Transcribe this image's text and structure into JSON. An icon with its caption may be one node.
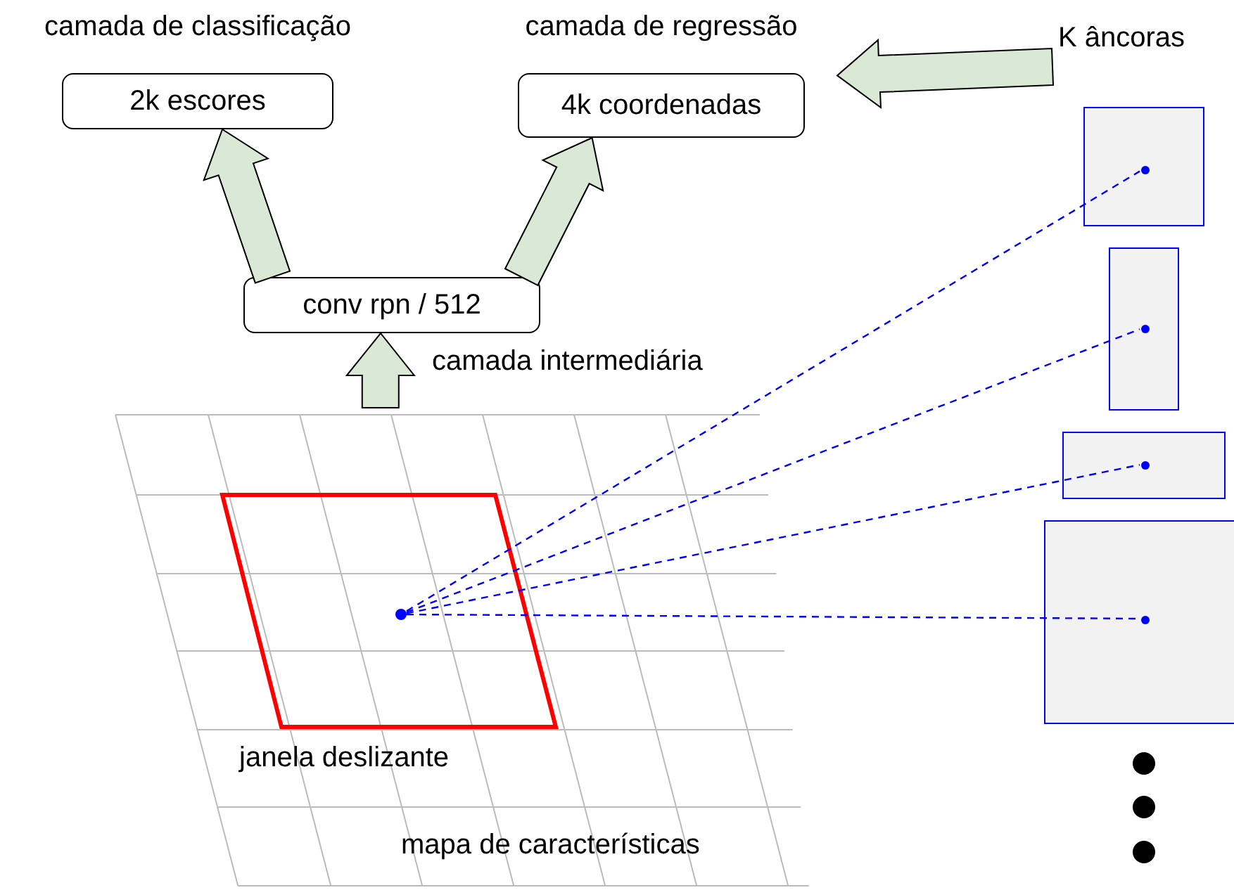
{
  "diagram": {
    "nodes": [
      {
        "text": [
          "camada de classificação",
          "2k escores"
        ]
      },
      {
        "text": [
          "camada de regressão",
          "4k coordenadas"
        ]
      },
      {
        "text": [
          "K âncoras"
        ]
      },
      {
        "text": [
          "conv rpn / 512"
        ],
        "beside": [
          "camada intermediária"
        ]
      },
      {
        "text": [
          "mapa de características"
        ]
      },
      {
        "text": [
          "janela deslizante"
        ],
        "in": 4
      },
      {
        "text": [],
        "shape": "circle",
        "in": 5
      },
      {
        "text": [],
        "shape": "box"
      },
      {
        "text": [],
        "shape": "circle",
        "in": 7
      },
      {
        "text": [],
        "shape": "box"
      },
      {
        "text": [],
        "shape": "circle",
        "in": 9
      },
      {
        "text": [],
        "shape": "box"
      },
      {
        "text": [],
        "shape": "circle",
        "in": 11
      },
      {
        "text": [],
        "shape": "box"
      },
      {
        "text": [],
        "shape": "circle",
        "in": 13
      }
    ],
    "edges": [
      {
        "from": 3,
        "to": 0,
        "arrow": "to",
        "style": "thick",
        "color": "#dae8d6"
      },
      {
        "from": 3,
        "to": 1,
        "arrow": "to",
        "style": "thick",
        "color": "#dae8d6"
      },
      {
        "from": 4,
        "to": 3,
        "arrow": "to",
        "style": "thick",
        "color": "#dae8d6"
      },
      {
        "from": 2,
        "to": 1,
        "arrow": "to",
        "style": "thick",
        "color": "#dae8d6"
      },
      {
        "from": 6,
        "to": 8,
        "arrow": "none",
        "style": "dashed",
        "color": "#0000ff"
      },
      {
        "from": 6,
        "to": 10,
        "arrow": "none",
        "style": "dashed",
        "color": "#0000ff"
      },
      {
        "from": 6,
        "to": 12,
        "arrow": "none",
        "style": "dashed",
        "color": "#0000ff"
      },
      {
        "from": 6,
        "to": 14,
        "arrow": "none",
        "style": "dashed",
        "color": "#0000ff"
      }
    ]
  }
}
